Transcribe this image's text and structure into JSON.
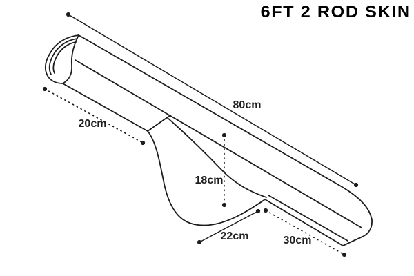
{
  "title": {
    "text": "6FT 2 ROD SKIN"
  },
  "diagram": {
    "subject": "rod-skin-outline-drawing",
    "measurements": {
      "top_length": {
        "label": "80cm",
        "style": "solid"
      },
      "left_section": {
        "label": "20cm",
        "style": "dotted"
      },
      "pouch_depth": {
        "label": "18cm",
        "style": "dotted"
      },
      "pouch_width": {
        "label": "22cm",
        "style": "solid"
      },
      "right_section": {
        "label": "30cm",
        "style": "dotted"
      }
    },
    "colors": {
      "background": "#ffffff",
      "line": "#1e1c1c",
      "title": "#000000"
    }
  }
}
